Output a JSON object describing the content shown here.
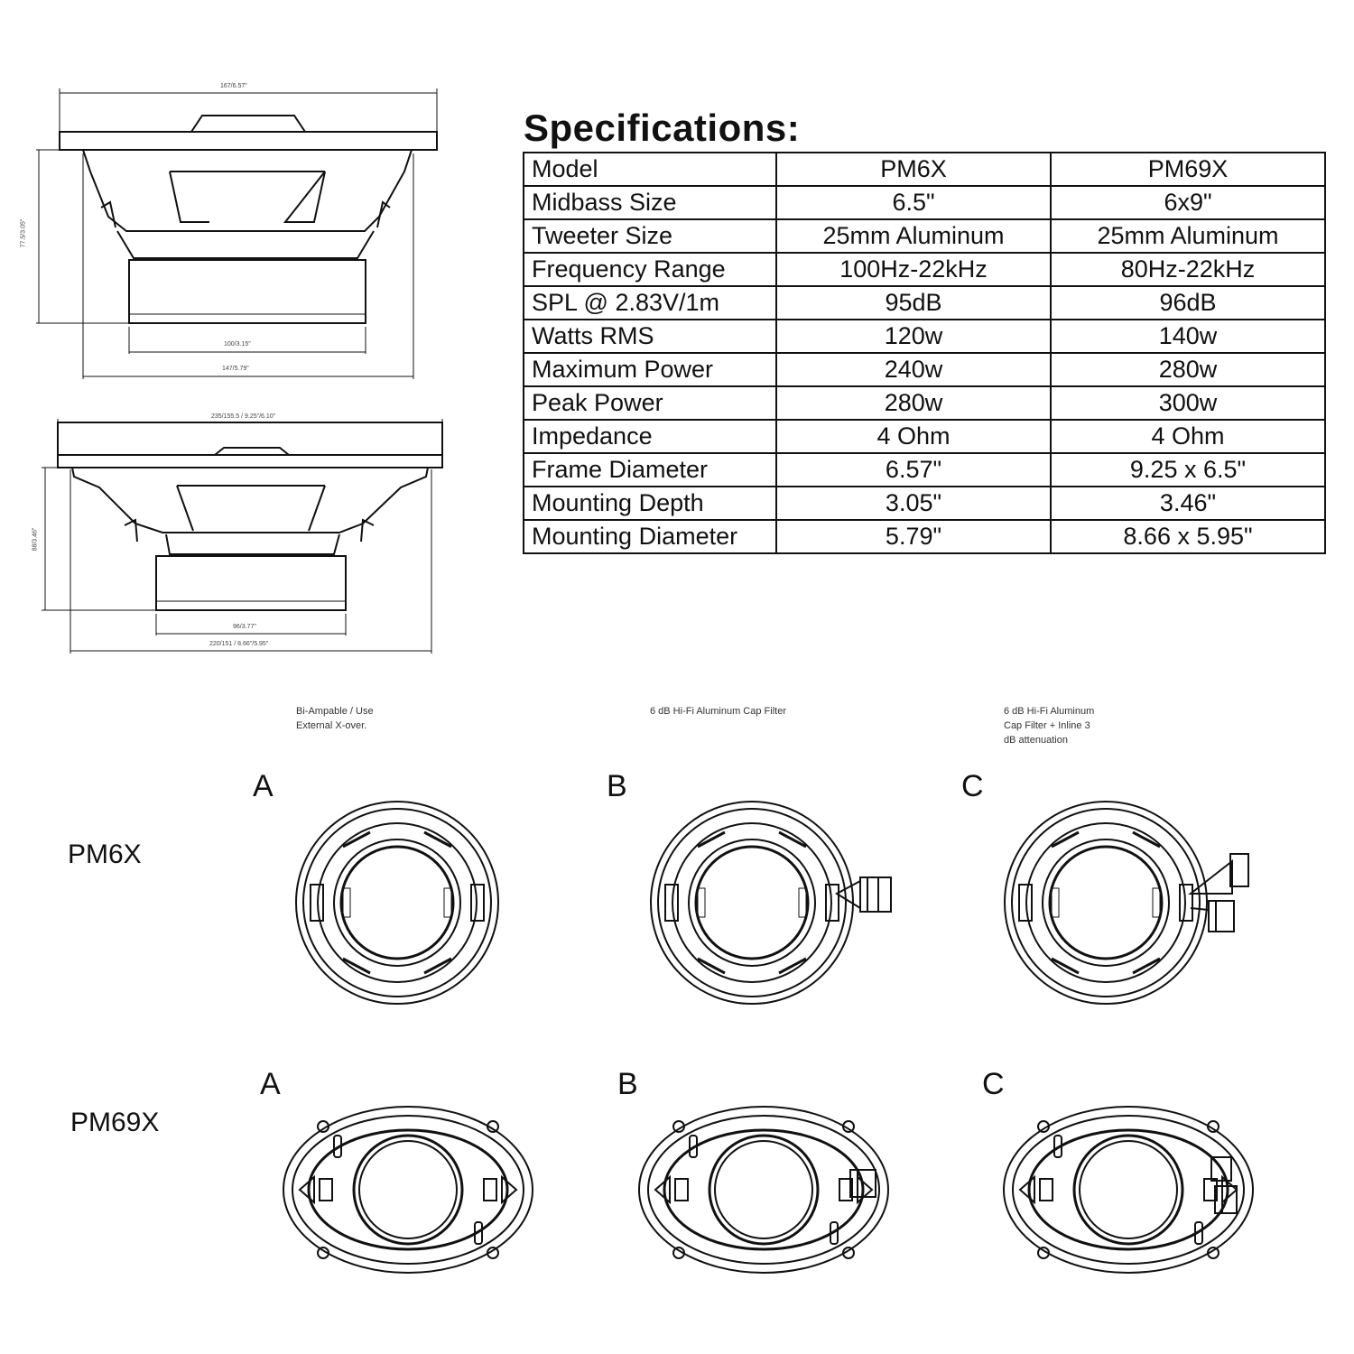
{
  "dimensions": {
    "pm6x_top_width": "167/6.57\"",
    "pm6x_height": "77.5/3.05\"",
    "pm6x_magnet_width": "100/3.15\"",
    "pm6x_mount_width": "147/5.79\"",
    "pm69x_top_width": "235/155.5 / 9.25\"/6.10\"",
    "pm69x_height": "88/3.46\"",
    "pm69x_magnet_width": "96/3.77\"",
    "pm69x_mount_width": "220/151 / 8.66\"/5.95\""
  },
  "specifications": {
    "title": "Specifications:",
    "rows": [
      {
        "param": "Model",
        "pm6x": "PM6X",
        "pm69x": "PM69X"
      },
      {
        "param": "Midbass Size",
        "pm6x": "6.5\"",
        "pm69x": "6x9\""
      },
      {
        "param": "Tweeter Size",
        "pm6x": "25mm Aluminum",
        "pm69x": "25mm Aluminum"
      },
      {
        "param": "Frequency Range",
        "pm6x": "100Hz-22kHz",
        "pm69x": "80Hz-22kHz"
      },
      {
        "param": "SPL @ 2.83V/1m",
        "pm6x": "95dB",
        "pm69x": "96dB"
      },
      {
        "param": "Watts RMS",
        "pm6x": "120w",
        "pm69x": "140w"
      },
      {
        "param": "Maximum Power",
        "pm6x": "240w",
        "pm69x": "280w"
      },
      {
        "param": "Peak Power",
        "pm6x": "280w",
        "pm69x": "300w"
      },
      {
        "param": "Impedance",
        "pm6x": "4 Ohm",
        "pm69x": "4 Ohm"
      },
      {
        "param": "Frame Diameter",
        "pm6x": "6.57\"",
        "pm69x": "9.25 x 6.5\""
      },
      {
        "param": "Mounting Depth",
        "pm6x": "3.05\"",
        "pm69x": "3.46\""
      },
      {
        "param": "Mounting Diameter",
        "pm6x": "5.79\"",
        "pm69x": "8.66 x 5.95\""
      }
    ]
  },
  "configurations": {
    "a_desc_line1": "Bi-Ampable / Use",
    "a_desc_line2": "External X-over.",
    "b_desc": "6 dB Hi-Fi Aluminum Cap Filter",
    "c_desc_line1": "6 dB Hi-Fi Aluminum",
    "c_desc_line2": "Cap Filter + Inline 3",
    "c_desc_line3": "dB attenuation",
    "pm6x_label": "PM6X",
    "pm69x_label": "PM69X",
    "letter_a": "A",
    "letter_b": "B",
    "letter_c": "C"
  },
  "colors": {
    "ink": "#111111",
    "paper": "#ffffff"
  }
}
